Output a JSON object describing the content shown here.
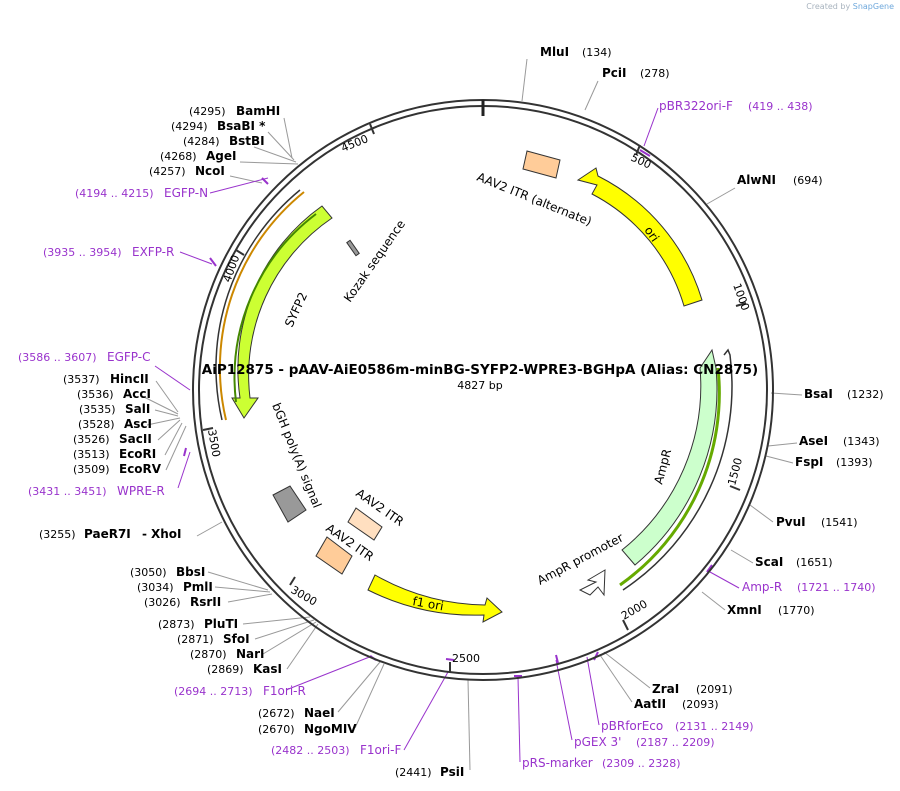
{
  "credit": {
    "prefix": "Created by",
    "brand": "SnapGene"
  },
  "plasmid": {
    "title": "AiP12875 - pAAV-AiE0586m-minBG-SYFP2-WPRE3-BGHpA (Alias: CN2875)",
    "length_label": "4827 bp",
    "length": 4827
  },
  "ticks": [
    "500",
    "1000",
    "1500",
    "2000",
    "2500",
    "3000",
    "3500",
    "4000",
    "4500"
  ],
  "features": [
    {
      "name": "AAV2 ITR (alternate)",
      "type": "box",
      "color": "#ffcc99"
    },
    {
      "name": "ori",
      "type": "arrow",
      "color": "#ffff00"
    },
    {
      "name": "AmpR",
      "type": "arrow",
      "color": "#ccffcc"
    },
    {
      "name": "AmpR promoter",
      "type": "arrow",
      "color": "#ffffff"
    },
    {
      "name": "f1 ori",
      "type": "arrow",
      "color": "#ffff00"
    },
    {
      "name": "AAV2 ITR",
      "type": "box",
      "color": "#ffcc99"
    },
    {
      "name": "AAV2 ITR",
      "type": "box",
      "color": "#ffdfc0"
    },
    {
      "name": "bGH poly(A) signal",
      "type": "box",
      "color": "#999999"
    },
    {
      "name": "SYFP2",
      "type": "arrow",
      "color": "#ccff66"
    },
    {
      "name": "Kozak sequence",
      "type": "box",
      "color": "#999999"
    }
  ],
  "enzymes_right": [
    {
      "name": "MluI",
      "pos": "(134)"
    },
    {
      "name": "PciI",
      "pos": "(278)"
    },
    {
      "name": "AlwNI",
      "pos": "(694)"
    },
    {
      "name": "BsaI",
      "pos": "(1232)"
    },
    {
      "name": "AseI",
      "pos": "(1343)"
    },
    {
      "name": "FspI",
      "pos": "(1393)"
    },
    {
      "name": "PvuI",
      "pos": "(1541)"
    },
    {
      "name": "ScaI",
      "pos": "(1651)"
    },
    {
      "name": "XmnI",
      "pos": "(1770)"
    },
    {
      "name": "ZraI",
      "pos": "(2091)"
    },
    {
      "name": "AatII",
      "pos": "(2093)"
    },
    {
      "name": "PsiI",
      "pos": "(2441)"
    }
  ],
  "enzymes_left": [
    {
      "name": "BamHI",
      "pos": "(4295)"
    },
    {
      "name": "BsaBI *",
      "pos": "(4294)"
    },
    {
      "name": "BstBI",
      "pos": "(4284)"
    },
    {
      "name": "AgeI",
      "pos": "(4268)"
    },
    {
      "name": "NcoI",
      "pos": "(4257)"
    },
    {
      "name": "HincII",
      "pos": "(3537)"
    },
    {
      "name": "AccI",
      "pos": "(3536)"
    },
    {
      "name": "SalI",
      "pos": "(3535)"
    },
    {
      "name": "AscI",
      "pos": "(3528)"
    },
    {
      "name": "SacII",
      "pos": "(3526)"
    },
    {
      "name": "EcoRI",
      "pos": "(3513)"
    },
    {
      "name": "EcoRV",
      "pos": "(3509)"
    },
    {
      "name": "PaeR7I",
      "pos": "(3255)",
      "extra": "XhoI"
    },
    {
      "name": "BbsI",
      "pos": "(3050)"
    },
    {
      "name": "PmlI",
      "pos": "(3034)"
    },
    {
      "name": "RsrII",
      "pos": "(3026)"
    },
    {
      "name": "PluTI",
      "pos": "(2873)"
    },
    {
      "name": "SfoI",
      "pos": "(2871)"
    },
    {
      "name": "NarI",
      "pos": "(2870)"
    },
    {
      "name": "KasI",
      "pos": "(2869)"
    },
    {
      "name": "NaeI",
      "pos": "(2672)"
    },
    {
      "name": "NgoMIV",
      "pos": "(2670)"
    }
  ],
  "primers_right": [
    {
      "name": "pBR322ori-F",
      "range": "(419 .. 438)"
    },
    {
      "name": "Amp-R",
      "range": "(1721 .. 1740)"
    },
    {
      "name": "pBRforEco",
      "range": "(2131 .. 2149)"
    },
    {
      "name": "pGEX 3'",
      "range": "(2187 .. 2209)"
    },
    {
      "name": "pRS-marker",
      "range": "(2309 .. 2328)"
    }
  ],
  "primers_left": [
    {
      "name": "EGFP-N",
      "range": "(4194 .. 4215)"
    },
    {
      "name": "EXFP-R",
      "range": "(3935 .. 3954)"
    },
    {
      "name": "EGFP-C",
      "range": "(3586 .. 3607)"
    },
    {
      "name": "WPRE-R",
      "range": "(3431 .. 3451)"
    },
    {
      "name": "F1ori-R",
      "range": "(2694 .. 2713)"
    },
    {
      "name": "F1ori-F",
      "range": "(2482 .. 2503)"
    }
  ],
  "colors": {
    "enzyme": "#000000",
    "primer": "#9933cc",
    "leader": "#999999",
    "backbone": "#333333"
  }
}
